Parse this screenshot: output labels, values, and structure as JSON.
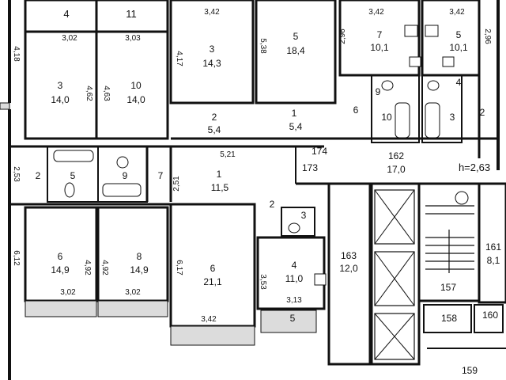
{
  "height_note": "h=2,63",
  "rooms": [
    {
      "id": "r-top-4",
      "num": "4",
      "area": ""
    },
    {
      "id": "r-top-11",
      "num": "11",
      "area": ""
    },
    {
      "id": "r-a3",
      "num": "3",
      "area": "14,0"
    },
    {
      "id": "r-a10",
      "num": "10",
      "area": "14,0"
    },
    {
      "id": "r-b3",
      "num": "3",
      "area": "14,3"
    },
    {
      "id": "r-b5",
      "num": "5",
      "area": "18,4"
    },
    {
      "id": "r-c7",
      "num": "7",
      "area": "10,1"
    },
    {
      "id": "r-c5",
      "num": "5",
      "area": "10,1"
    },
    {
      "id": "r-b2",
      "num": "2",
      "area": "5,4"
    },
    {
      "id": "r-b1",
      "num": "1",
      "area": "5,4"
    },
    {
      "id": "r-c6",
      "num": "6",
      "area": ""
    },
    {
      "id": "r-c9",
      "num": "9",
      "area": ""
    },
    {
      "id": "r-c10",
      "num": "10",
      "area": ""
    },
    {
      "id": "r-c4",
      "num": "4",
      "area": ""
    },
    {
      "id": "r-c3",
      "num": "3",
      "area": ""
    },
    {
      "id": "r-c2",
      "num": "2",
      "area": ""
    },
    {
      "id": "r-a2",
      "num": "2",
      "area": ""
    },
    {
      "id": "r-a5",
      "num": "5",
      "area": ""
    },
    {
      "id": "r-a9",
      "num": "9",
      "area": ""
    },
    {
      "id": "r-a7",
      "num": "7",
      "area": ""
    },
    {
      "id": "r-d1",
      "num": "1",
      "area": "11,5"
    },
    {
      "id": "r-d2",
      "num": "2",
      "area": ""
    },
    {
      "id": "r-d3",
      "num": "3",
      "area": ""
    },
    {
      "id": "r-e6",
      "num": "6",
      "area": "14,9"
    },
    {
      "id": "r-e8",
      "num": "8",
      "area": "14,9"
    },
    {
      "id": "r-e6b",
      "num": "6",
      "area": "21,1"
    },
    {
      "id": "r-e4",
      "num": "4",
      "area": "11,0"
    },
    {
      "id": "r-e5",
      "num": "5",
      "area": ""
    },
    {
      "id": "r-162",
      "num": "162",
      "area": "17,0"
    },
    {
      "id": "r-163",
      "num": "163",
      "area": "12,0"
    },
    {
      "id": "r-161",
      "num": "161",
      "area": "8,1"
    },
    {
      "id": "r-173",
      "num": "173",
      "area": ""
    },
    {
      "id": "r-174",
      "num": "174",
      "area": ""
    },
    {
      "id": "r-157",
      "num": "157",
      "area": ""
    },
    {
      "id": "r-158",
      "num": "158",
      "area": ""
    },
    {
      "id": "r-159",
      "num": "159",
      "area": ""
    },
    {
      "id": "r-160",
      "num": "160",
      "area": ""
    }
  ],
  "dims": [
    "3,02",
    "3,03",
    "3,42",
    "3,42",
    "3,42",
    "4,18",
    "4,62",
    "4,63",
    "4,17",
    "5,38",
    "2,96",
    "2,96",
    "5,21",
    "2,53",
    "2,51",
    "6,12",
    "4,92",
    "4,92",
    "6,17",
    "3,53",
    "3,02",
    "3,02",
    "3,42",
    "3,13"
  ]
}
